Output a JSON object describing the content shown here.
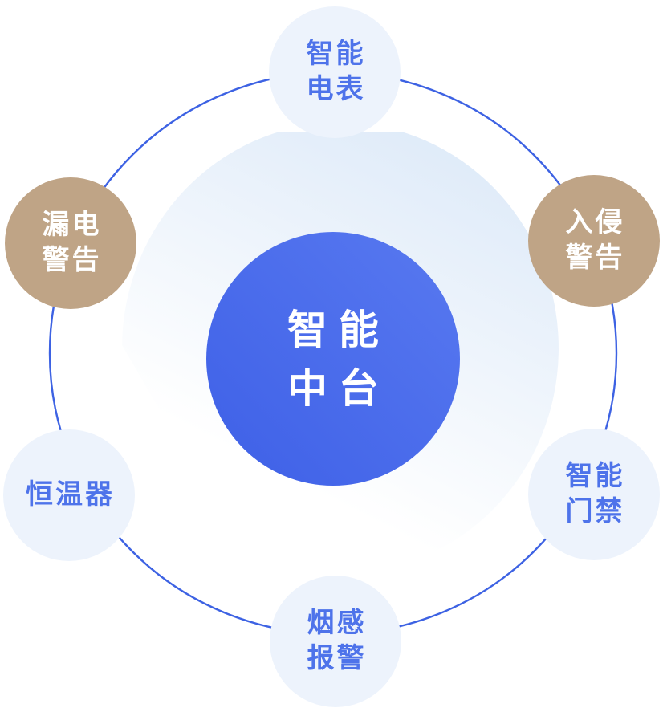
{
  "diagram": {
    "center": {
      "lines": [
        "智能",
        "中台"
      ]
    },
    "satellites": [
      {
        "id": "smart-meter",
        "lines": [
          "智能",
          "电表"
        ],
        "emphasis": false
      },
      {
        "id": "leakage-warning",
        "lines": [
          "漏电",
          "警告"
        ],
        "emphasis": true
      },
      {
        "id": "intrusion-warning",
        "lines": [
          "入侵",
          "警告"
        ],
        "emphasis": true
      },
      {
        "id": "thermostat",
        "lines": [
          "恒温器"
        ],
        "emphasis": false
      },
      {
        "id": "smart-door-access",
        "lines": [
          "智能",
          "门禁"
        ],
        "emphasis": false
      },
      {
        "id": "smoke-alarm",
        "lines": [
          "烟感",
          "报警"
        ],
        "emphasis": false
      }
    ],
    "colors": {
      "background": "#ffffff",
      "orbit_line": "#3d62e3",
      "center_gradient_start": "#5879f0",
      "center_gradient_end": "#3e60e7",
      "center_text": "#ffffff",
      "satellite_light_bg": "#edf3fc",
      "satellite_light_text": "#4e73ea",
      "satellite_tan_bg": "#bfa486",
      "satellite_tan_text": "#ffffff",
      "blob_gradient_start": "#dce9f8",
      "blob_gradient_end": "#ffffff"
    }
  }
}
